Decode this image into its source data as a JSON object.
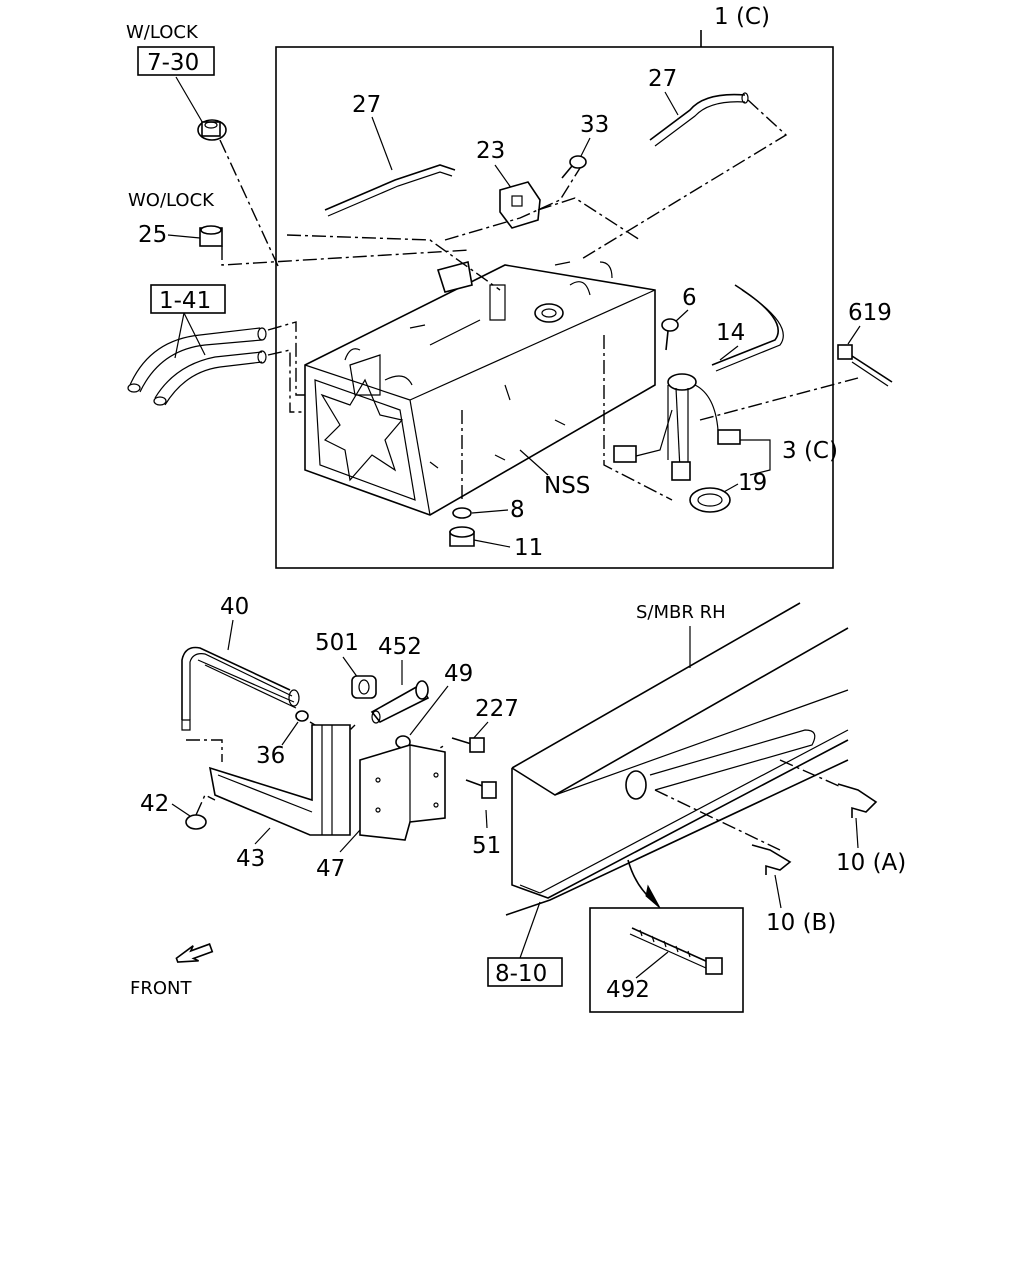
{
  "diagram": {
    "labels": {
      "l_1c": "1 (C)",
      "l_wlock": "W/LOCK",
      "l_7_30": "7-30",
      "l_wolock": "WO/LOCK",
      "l_25": "25",
      "l_1_41": "1-41",
      "l_27a": "27",
      "l_27b": "27",
      "l_23": "23",
      "l_33": "33",
      "l_6": "6",
      "l_14": "14",
      "l_619": "619",
      "l_3c": "3 (C)",
      "l_19": "19",
      "l_nss": "NSS",
      "l_8": "8",
      "l_11": "11",
      "l_40": "40",
      "l_501": "501",
      "l_452": "452",
      "l_49": "49",
      "l_227": "227",
      "l_36": "36",
      "l_42": "42",
      "l_43": "43",
      "l_47": "47",
      "l_51": "51",
      "l_smbr": "S/MBR  RH",
      "l_10a": "10 (A)",
      "l_10b": "10 (B)",
      "l_8_10": "8-10",
      "l_492": "492",
      "l_front": "FRONT"
    }
  }
}
